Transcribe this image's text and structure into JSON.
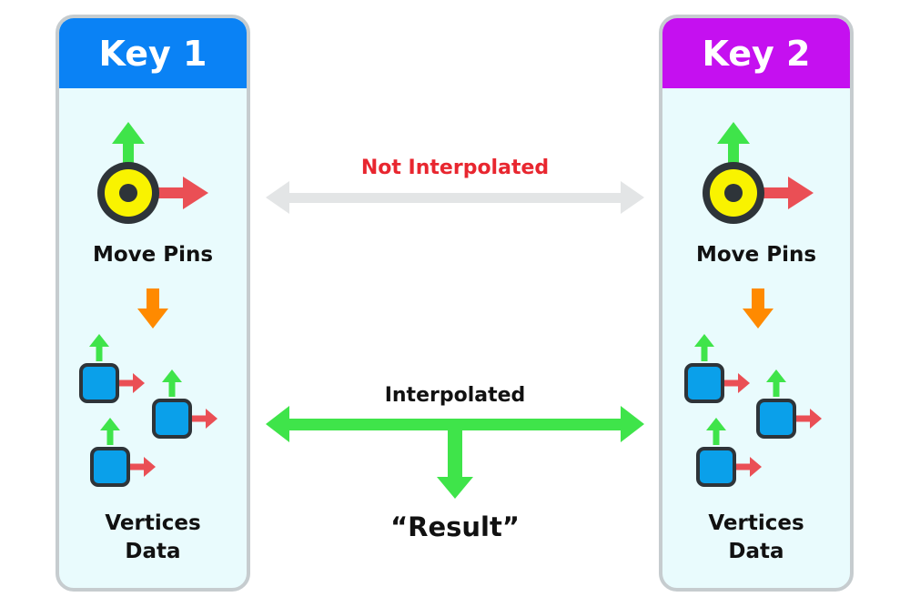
{
  "key1": {
    "title": "Key 1",
    "pins_label": "Move Pins",
    "vertices_label": [
      "Vertices",
      "Data"
    ]
  },
  "key2": {
    "title": "Key 2",
    "pins_label": "Move Pins",
    "vertices_label": [
      "Vertices",
      "Data"
    ]
  },
  "middle": {
    "not_interpolated": "Not Interpolated",
    "interpolated": "Interpolated",
    "result": "“Result”"
  },
  "colors": {
    "key1_header": "#0a82f5",
    "key2_header": "#c510f0",
    "panel_fill": "#e9fbfd",
    "not_interpolated_text": "#e8262f",
    "arrow_green": "#3fe44a",
    "arrow_red": "#ea4f55",
    "arrow_orange": "#ff8a00",
    "arrow_gray": "#e3e5e6",
    "pin_yellow": "#f9f300",
    "vertex_blue": "#0aa0ea"
  },
  "icons": [
    "pin-icon",
    "vertex-icon",
    "up-arrow-icon",
    "right-arrow-icon",
    "down-arrow-icon",
    "double-arrow-icon"
  ]
}
